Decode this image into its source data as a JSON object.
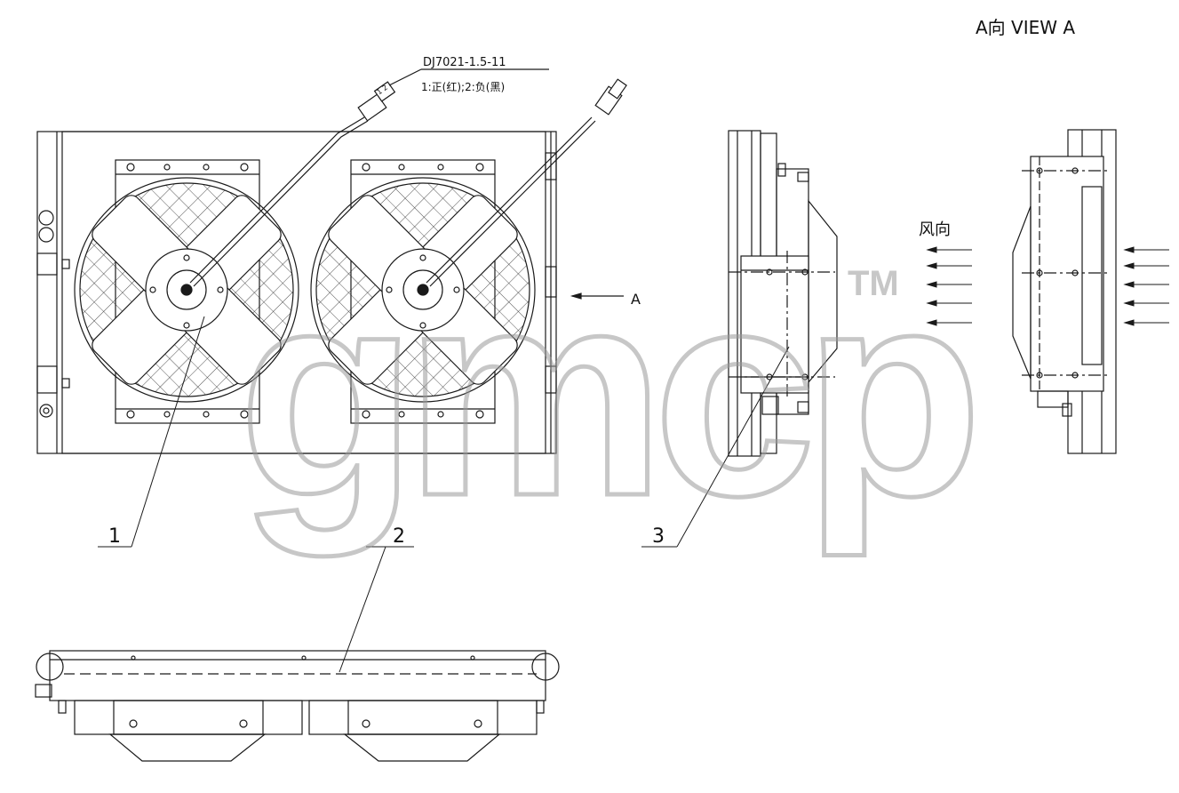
{
  "view_title": "A向  VIEW A",
  "connector": {
    "part_no": "DJ7021-1.5-11",
    "pin_note": "1:正(红);2:负(黑)",
    "pin_marks": "1 2"
  },
  "view_arrow_label": "A",
  "wind_direction_label": "风向",
  "callouts": [
    "1",
    "2",
    "3"
  ],
  "watermark": {
    "text": "gmcp",
    "tm": "TM",
    "color": "#9a9a9a"
  },
  "line_color": "#1a1a1a"
}
